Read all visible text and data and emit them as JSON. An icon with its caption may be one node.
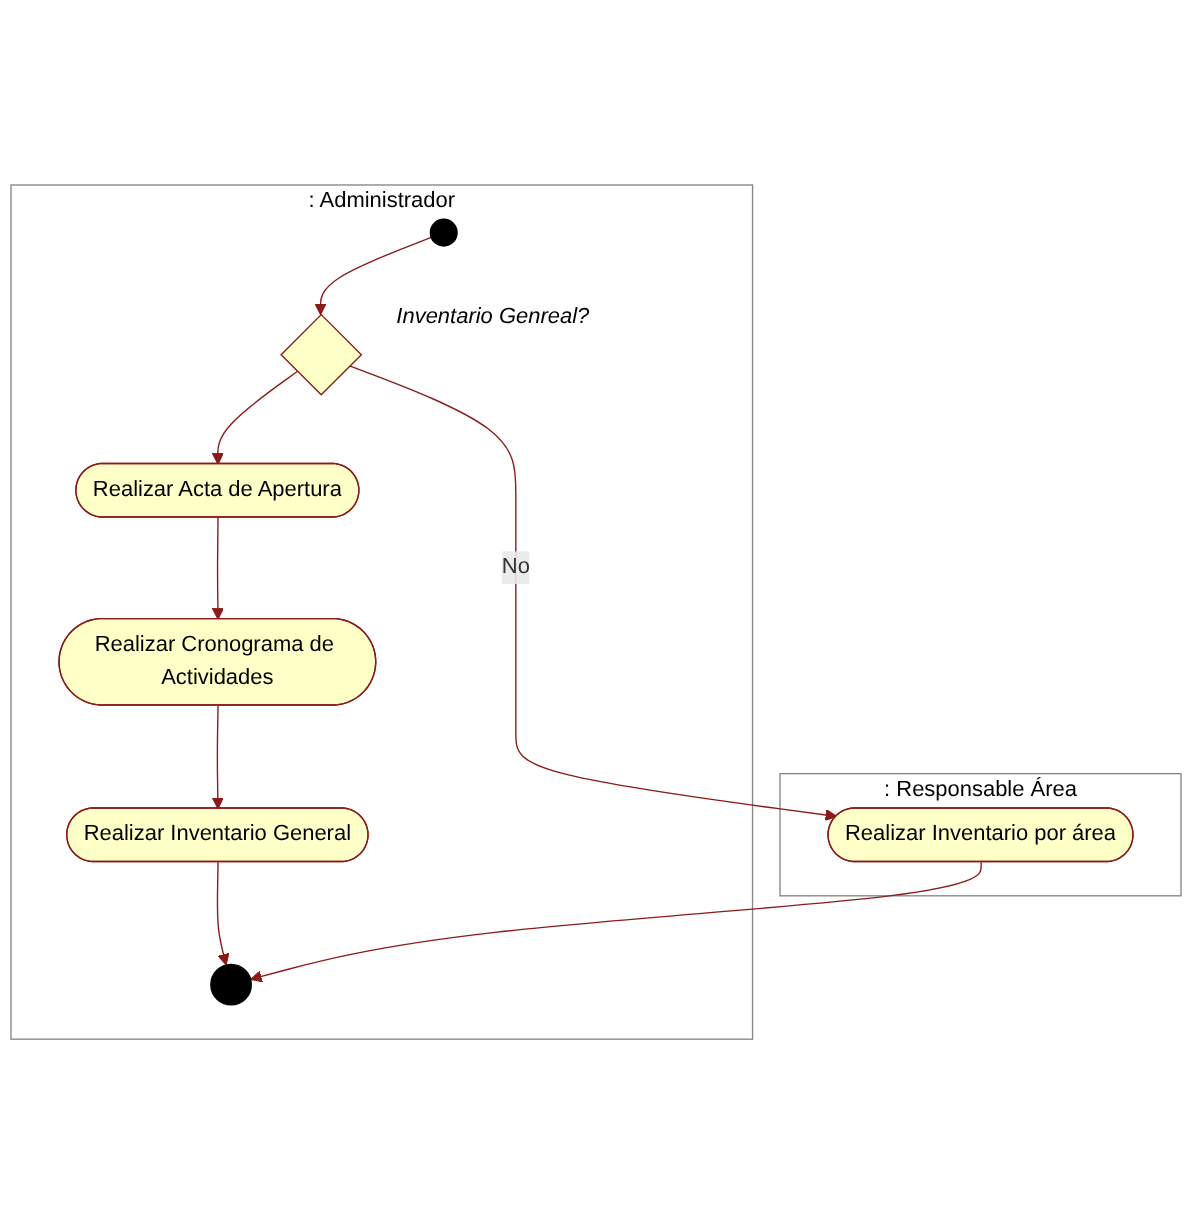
{
  "diagram": {
    "nodes": [
      {
        "text": [
          ": Administrador"
        ]
      },
      {
        "text": [
          ": Responsable Área"
        ]
      },
      {
        "text": [],
        "shape": "circle",
        "in": 0
      },
      {
        "text": [],
        "shape": "diamond",
        "in": 0,
        "beside": [
          "Inventario Genreal?"
        ]
      },
      {
        "text": [
          "Realizar Acta de Apertura"
        ],
        "in": 0
      },
      {
        "text": [
          "Realizar Cronograma de Actividades"
        ],
        "in": 0
      },
      {
        "text": [
          "Realizar Inventario General"
        ],
        "in": 0
      },
      {
        "text": [],
        "shape": "bullseye",
        "in": 0
      },
      {
        "text": [
          "Realizar Inventario por área"
        ],
        "in": 1
      }
    ],
    "edges": [
      {
        "from": 2,
        "to": 3,
        "arrow": "to"
      },
      {
        "from": 3,
        "to": 8,
        "arrow": "to",
        "label": "No"
      },
      {
        "from": 3,
        "to": 4,
        "arrow": "to"
      },
      {
        "from": 4,
        "to": 5,
        "arrow": "to"
      },
      {
        "from": 5,
        "to": 6,
        "arrow": "to"
      },
      {
        "from": 6,
        "to": 7,
        "arrow": "to"
      },
      {
        "from": 8,
        "to": 7,
        "arrow": "to"
      }
    ]
  }
}
